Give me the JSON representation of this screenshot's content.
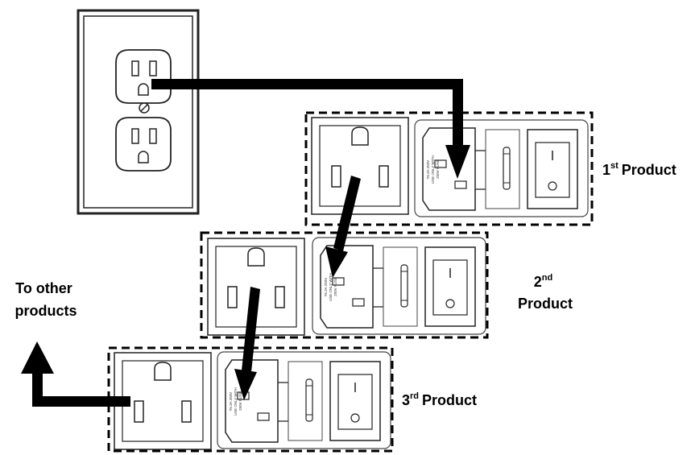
{
  "labels": {
    "product1": {
      "num": "1",
      "sup": "st",
      "text": "Product"
    },
    "product2": {
      "num": "2",
      "sup": "nd",
      "text": "Product"
    },
    "product3": {
      "num": "3",
      "sup": "rd",
      "text": "Product"
    },
    "to_other": {
      "line1": "To other",
      "line2": "products"
    }
  },
  "module_printed_text": {
    "line1": "T6.3A 250V",
    "line2": "USE ONLY WITH",
    "line3": "250V FUSE"
  },
  "colors": {
    "arrow": "#000000",
    "outline": "#222222",
    "background": "#ffffff"
  }
}
